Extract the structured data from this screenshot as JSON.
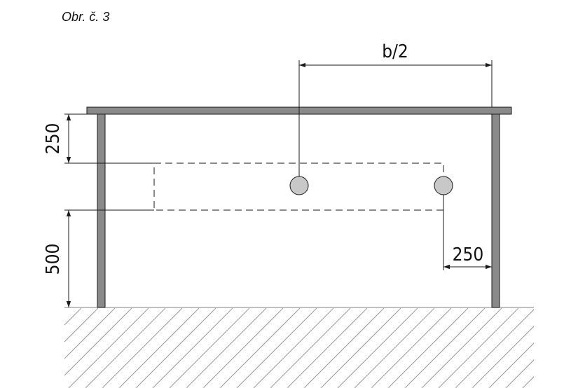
{
  "caption": "Obr. č. 3",
  "dimensions": {
    "top_width": "b/2",
    "upper_height": "250",
    "lower_height": "500",
    "right_offset": "250"
  },
  "colors": {
    "frame": "#8a8a8a",
    "stroke": "#1a1a1a",
    "circle": "#c8c8c8",
    "hatch": "#9a9a9a"
  }
}
